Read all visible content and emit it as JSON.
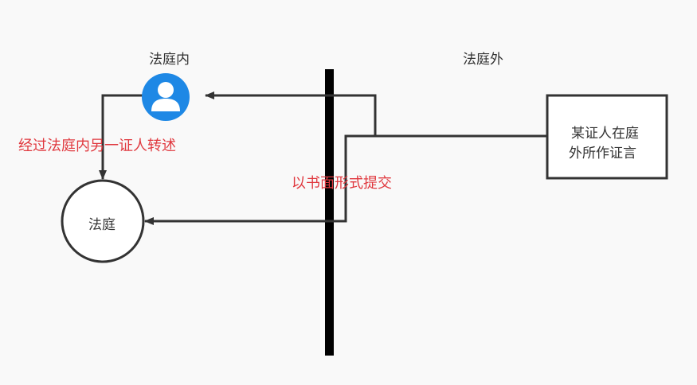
{
  "regions": {
    "inside": "法庭内",
    "outside": "法庭外"
  },
  "nodes": {
    "court": "法庭",
    "testimony_line1": "某证人在庭",
    "testimony_line2": "外所作证言",
    "person_icon": "person-icon"
  },
  "edges": {
    "relay": "经过法庭内另一证人转述",
    "written": "以书面形式提交"
  },
  "colors": {
    "line": "#333333",
    "divider": "#000000",
    "accent_blue": "#1e88e5",
    "label_red": "#e0383e"
  }
}
